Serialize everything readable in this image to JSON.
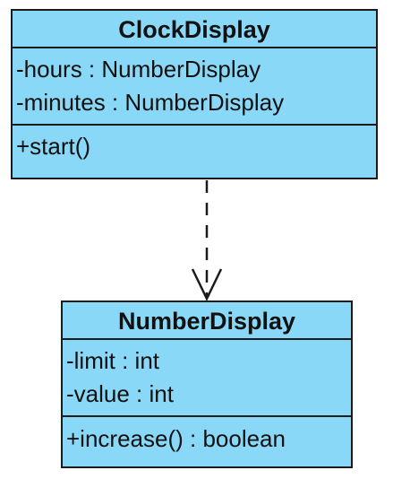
{
  "classes": [
    {
      "name": "ClockDisplay",
      "attributes": [
        "-hours : NumberDisplay",
        "-minutes : NumberDisplay"
      ],
      "operations": [
        "+start()"
      ]
    },
    {
      "name": "NumberDisplay",
      "attributes": [
        "-limit : int",
        "-value : int"
      ],
      "operations": [
        "+increase() : boolean"
      ]
    }
  ],
  "relationships": [
    {
      "type": "dependency",
      "from": "ClockDisplay",
      "to": "NumberDisplay",
      "line": "dashed",
      "arrowhead": "open"
    }
  ],
  "colors": {
    "class_fill": "#8ad8f7",
    "border": "#1b1b1b",
    "line": "#1b1b1b"
  }
}
